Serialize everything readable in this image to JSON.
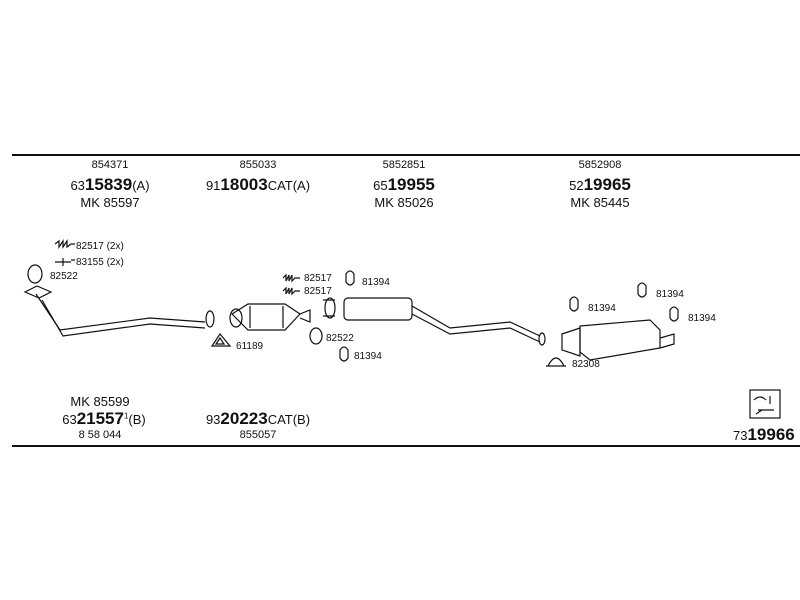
{
  "top": [
    {
      "ref": "854371",
      "pre": "63",
      "bold": "15839",
      "suf": "(A)",
      "mk": "MK  85597"
    },
    {
      "ref": "855033",
      "pre": "91",
      "bold": "18003",
      "suf": "CAT(A)",
      "mk": ""
    },
    {
      "ref": "5852851",
      "pre": "65",
      "bold": "19955",
      "suf": "",
      "mk": "MK  85026"
    },
    {
      "ref": "5852908",
      "pre": "52",
      "bold": "19965",
      "suf": "",
      "mk": "MK  85445"
    }
  ],
  "bottom": [
    {
      "mk": "MK  85599",
      "pre": "63",
      "bold": "21557",
      "sup": "1",
      "suf": "(B)",
      "ref": "8 58 044"
    },
    {
      "pre": "93",
      "bold": "20223",
      "suf": "CAT(B)",
      "ref": "855057"
    }
  ],
  "right_code": {
    "pre": "73",
    "bold": "19966"
  },
  "callouts": {
    "c1": "82517 (2x)",
    "c2": "83155 (2x)",
    "c3": "82522",
    "c4": "82517",
    "c5": "82517",
    "c6": "81394",
    "c7": "82522",
    "c8": "61189",
    "c9": "81394",
    "c10": "81394",
    "c11": "81394",
    "c12": "81394",
    "c13": "82308"
  }
}
